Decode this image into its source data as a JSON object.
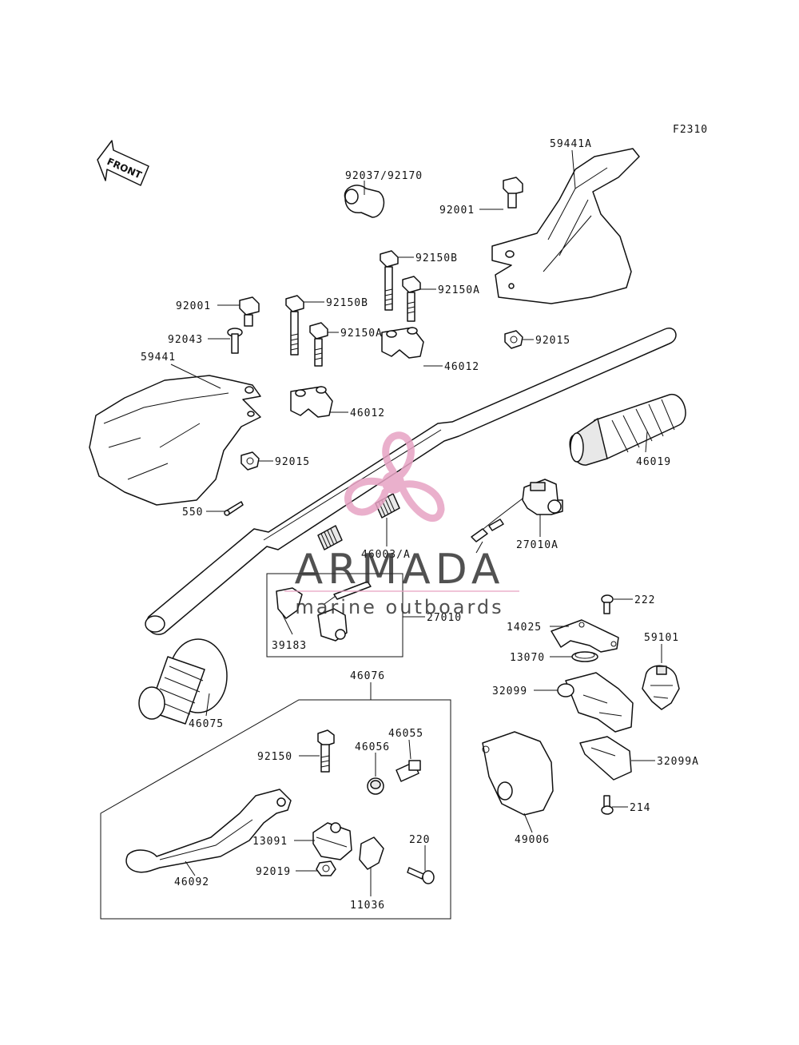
{
  "figure_code": "F2310",
  "front_label": "FRONT",
  "watermark": {
    "title": "ARMADA",
    "subtitle": "marine outboards",
    "logo_color": "#e7a3c4"
  },
  "callouts": {
    "c59441A": "59441A",
    "c92037": "92037/92170",
    "c92001_r": "92001",
    "c92150B_r": "92150B",
    "c92150A_r": "92150A",
    "c92015_r": "92015",
    "c46012_r": "46012",
    "c92001_l": "92001",
    "c92150B_l": "92150B",
    "c92043": "92043",
    "c92150A_l": "92150A",
    "c59441": "59441",
    "c46012_l": "46012",
    "c92015_l": "92015",
    "c46019": "46019",
    "c550": "550",
    "c27010A": "27010A",
    "c46003": "46003/A",
    "c222": "222",
    "c27010": "27010",
    "c39183": "39183",
    "c14025": "14025",
    "c59101": "59101",
    "c13070": "13070",
    "c46076": "46076",
    "c32099": "32099",
    "c46075": "46075",
    "c46055": "46055",
    "c92150": "92150",
    "c46056": "46056",
    "c32099A": "32099A",
    "c214": "214",
    "c220": "220",
    "c13091": "13091",
    "c49006": "49006",
    "c46092": "46092",
    "c92019": "92019",
    "c11036": "11036"
  }
}
